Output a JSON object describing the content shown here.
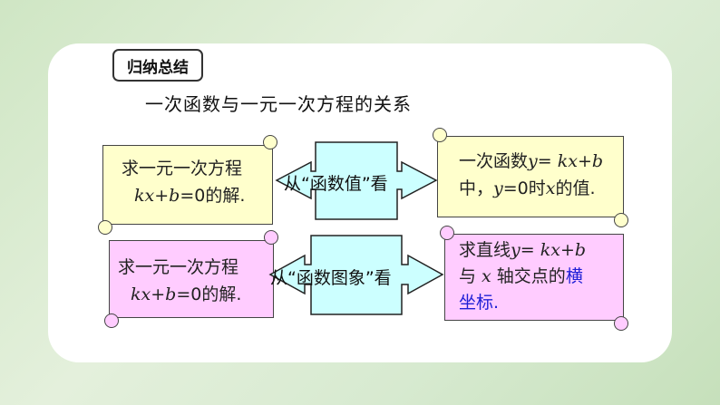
{
  "section_label": "归纳总结",
  "heading": "一次函数与一元一次方程的关系",
  "row1": {
    "left_line1": "求一元一次方程",
    "left_eq": "kx+b",
    "left_eq_rest": "=0的解.",
    "center": "从“函数值”看",
    "right_line1_a": "一次函数",
    "right_line1_b": "y= kx+b",
    "right_line2_a": "中，",
    "right_line2_b": "y",
    "right_line2_c": "=0时",
    "right_line2_d": "x",
    "right_line2_e": "的值."
  },
  "row2": {
    "left_line1": "求一元一次方程",
    "left_eq": "kx+b",
    "left_eq_rest": "=0的解.",
    "center": "从“函数图象”看",
    "right_line1_a": "求直线",
    "right_line1_b": "y= kx+b",
    "right_line2_a": "与 ",
    "right_line2_b": "x",
    "right_line2_c": " 轴交点的",
    "right_line2_d": "横",
    "right_line3": "坐标."
  },
  "colors": {
    "yellow_scroll": "#ffffcc",
    "pink_scroll": "#ffccff",
    "arrow_fill": "#ccffff",
    "highlight_text": "#1f1fd6"
  }
}
